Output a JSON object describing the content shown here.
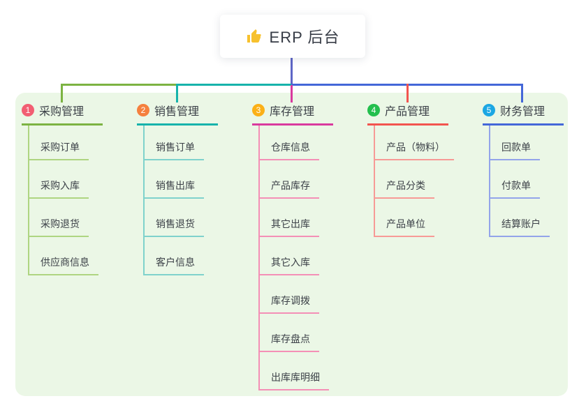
{
  "root": {
    "label": "ERP 后台",
    "icon": "thumbs-up",
    "icon_color": "#f7c12e"
  },
  "colors": {
    "page_bg": "#ffffff",
    "panel_bg": "#ebf7e6",
    "root_line": "#5e66c6",
    "text": "#3c4148"
  },
  "branches": [
    {
      "index": "1",
      "label": "采购管理",
      "badge_color": "#f25e72",
      "line_color": "#7cb342",
      "child_line_color": "#aed581",
      "children": [
        "采购订单",
        "采购入库",
        "采购退货",
        "供应商信息"
      ]
    },
    {
      "index": "2",
      "label": "销售管理",
      "badge_color": "#f5803e",
      "line_color": "#17b3ab",
      "child_line_color": "#7fd2cc",
      "children": [
        "销售订单",
        "销售出库",
        "销售退货",
        "客户信息"
      ]
    },
    {
      "index": "3",
      "label": "库存管理",
      "badge_color": "#fbb017",
      "line_color": "#d93a9e",
      "child_line_color": "#f48fb6",
      "children": [
        "仓库信息",
        "产品库存",
        "其它出库",
        "其它入库",
        "库存调拨",
        "库存盘点",
        "出库库明细"
      ]
    },
    {
      "index": "4",
      "label": "产品管理",
      "badge_color": "#23bf4d",
      "line_color": "#f2544f",
      "child_line_color": "#f79a96",
      "children": [
        "产品（物料）",
        "产品分类",
        "产品单位"
      ]
    },
    {
      "index": "5",
      "label": "财务管理",
      "badge_color": "#1ba7e3",
      "line_color": "#4467d8",
      "child_line_color": "#93a4ea",
      "children": [
        "回款单",
        "付款单",
        "结算账户"
      ]
    }
  ]
}
